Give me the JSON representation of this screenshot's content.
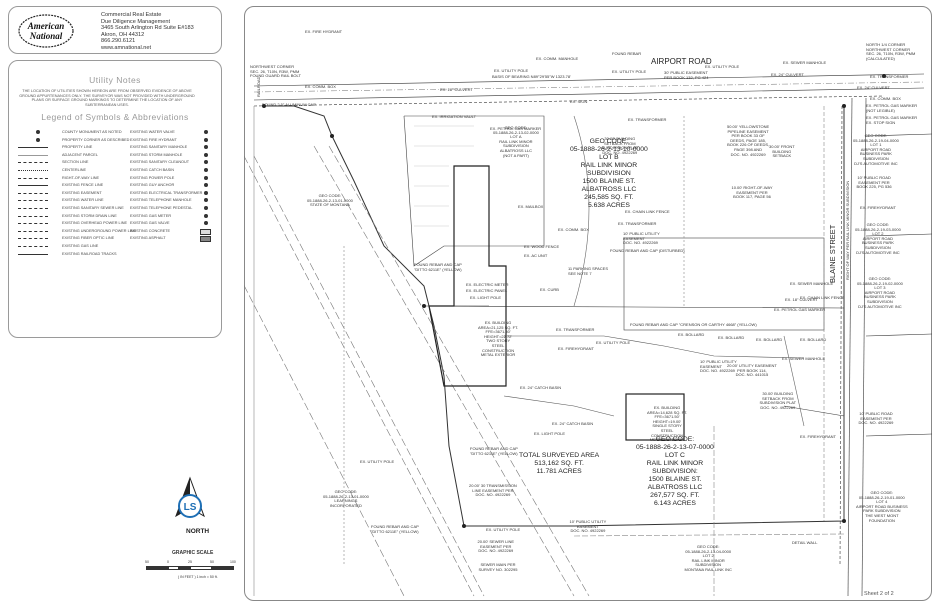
{
  "company": {
    "logo_line1": "American",
    "logo_line2": "National",
    "line1": "Commercial Real Estate",
    "line2": "Due Diligence Management",
    "line3": "3465 South Arlington Rd Suite E#183",
    "line4": "Akron, OH 44312",
    "line5": "866.290.6121",
    "line6": "www.amnational.net"
  },
  "notes": {
    "title": "Utility Notes",
    "body": "THE LOCATION OF UTILITIES SHOWN HEREON ARE FROM OBSERVED EVIDENCE OF ABOVE GROUND APPURTENANCES ONLY. THE SURVEYOR WAS NOT PROVIDED WITH UNDERGROUND PLANS OR SURFACE GROUND MARKINGS TO DETERMINE THE LOCATION OF ANY SUBTERRANEAN USES."
  },
  "legend": {
    "title": "Legend of Symbols & Abbreviations",
    "left": [
      "COUNTY MONUMENT AS NOTED",
      "PROPERTY CORNER AS DESCRIBED",
      "PROPERTY LINE",
      "ADJACENT PARCEL",
      "SECTION LINE",
      "CENTERLINE",
      "RIGHT-OF-WAY LINE",
      "EXISTING FENCE LINE",
      "EXISTING EASEMENT",
      "EXISTING WATER LINE",
      "EXISTING SANITARY SEWER LINE",
      "EXISTING STORM DRAIN LINE",
      "EXISTING OVERHEAD POWER LINE",
      "EXISTING UNDERGROUND POWER LINE",
      "EXISTING FIBER OPTIC LINE",
      "EXISTING GAS LINE",
      "EXISTING RAILROAD TRACKS"
    ],
    "right": [
      "EXISTING WATER VALVE",
      "EXISTING FIRE HYDRANT",
      "EXISTING SANITARY MANHOLE",
      "EXISTING STORM MANHOLE",
      "EXISTING SANITARY CLEANOUT",
      "EXISTING CATCH BASIN",
      "EXISTING POWER POLE",
      "EXISTING GUY ANCHOR",
      "EXISTING ELECTRICAL TRANSFORMER",
      "EXISTING TELEPHONE MANHOLE",
      "EXISTING TELEPHONE PEDESTAL",
      "EXISTING GAS METER",
      "EXISTING GAS VALVE",
      "EXISTING CONCRETE",
      "EXISTING ASPHALT"
    ]
  },
  "north": "NORTH",
  "graphic_scale": {
    "title": "GRAPHIC SCALE",
    "ticks": [
      "50",
      "0",
      "25",
      "50",
      "100"
    ],
    "caption": "( IN FEET )  1 inch = 50 ft."
  },
  "parcels": {
    "lot_b": [
      "GEO CODE:",
      "05-1888-26-2-13-10-0000",
      "LOT B",
      "RAIL LINK MINOR",
      "SUBDIVISION",
      "1500 BLAINE ST.",
      "ALBATROSS LLC",
      "245,585 SQ. FT.",
      "5.638 ACRES"
    ],
    "lot_c": [
      "GEO CODE:",
      "05-1888-26-2-13-07-0000",
      "LOT C",
      "RAIL LINK MINOR",
      "SUBDIVISION:",
      "1500 BLAINE ST.",
      "ALBATROSS LLC",
      "267,577 SQ. FT.",
      "6.143 ACRES"
    ],
    "total": [
      "TOTAL SURVEYED AREA",
      "513,162 SQ. FT.",
      "11.781 ACRES"
    ]
  },
  "streets": {
    "airport": "AIRPORT ROAD",
    "blaine": "BLAINE STREET",
    "railroad": "RAILROAD"
  },
  "labels": {
    "fire_hydrant_top": "EX. FIRE HYDRANT",
    "comm_manhole": "EX. COMM. MANHOLE",
    "found_rebar_top": "FOUND REBAR",
    "sewer_manhole_top": "EX. SEWER MANHOLE",
    "nw_corner": [
      "NORTHWEST CORNER",
      "SEC. 26, T10N, R3W, PMM",
      "FOUND GUARD RAIL BOLT"
    ],
    "ne_corner": [
      "NORTH 1/4 CORNER",
      "NORTHWEST CORNER",
      "SEC. 26, T10N, R3W, PMM",
      "(CALCULATED)"
    ],
    "utility_pole_1": "EX. UTILITY POLE",
    "utility_pole_2": "EX. UTILITY POLE",
    "utility_pole_3": "EX. UTILITY POLE",
    "basis_bearing": "BASIS OF BEARING N89°29'55\"W 1323.78'",
    "comm_box_1": "EX. COMM. BOX",
    "culvert_1": "EX. 18\" CULVERT",
    "culvert_2": "EX. 24\" CULVERT",
    "aluminum_cap": "FOUND 2.5\" ALUMINUM CAP",
    "irrigation": "EX. IRRIGATION VAULT",
    "sign": "EX. SIGN",
    "petrol_gas": "EX. PETROL GAS MARKER",
    "transformer_1": "EX. TRANSFORMER",
    "sig_bldg_setback": [
      "30.00' BUILDING",
      "SETBACK FROM",
      "SUBDIVISION PLAT",
      "DOC. NO. 4922269"
    ],
    "public_easement": [
      "30' PUBLIC EASEMENT",
      "PER BOOK 132, PG 424"
    ],
    "geo_left": [
      "GEO CODE:",
      "05-1888-26-2-13-02-0000",
      "LOT A",
      "RAIL LINK MINOR",
      "SUBDIVISION",
      "ALBATROSS LLC",
      "(NOT A PART)"
    ],
    "geo_west": [
      "GEO CODE:",
      "05-1888-26-2-13-01-0000",
      "STATE OF MONTANA"
    ],
    "yellowstone": [
      "50.00' YELLOWSTONE",
      "PIPELINE EASEMENT",
      "PER BOOK 33 OF",
      "DEEDS, PAGE 185,",
      "BOOK 226 OF DEEDS,",
      "PAGE 398 AND",
      "DOC. NO. 4922269"
    ],
    "row_easement": [
      "10.00' RIGHT-OF-WAY",
      "EASEMENT PER",
      "BOOK 117, PAGE 56"
    ],
    "bldg_setback_right": [
      "30.00' FRONT",
      "BUILDING",
      "SETBACK"
    ],
    "mailbox": "EX. MAILBOX",
    "chain_fence": "EX. CHAIN LINK FENCE",
    "transformer_2": "EX. TRANSFORMER",
    "utility_easement_1": [
      "10' PUBLIC UTILITY",
      "EASEMENT",
      "DOC. NO. 4922269"
    ],
    "comm_box_2": "EX. COMM. BOX",
    "found_rebar_disturbed": "FOUND REBAR AND CAP (DISTURBED)",
    "wood_fence": "EX. WOOD FENCE",
    "ac_unit": "EX. AC UNIT",
    "found_rebar_ditto": [
      "FOUND REBAR AND CAP",
      "\"DITTO 6211E\" (YELLOW)"
    ],
    "parking": [
      "11 PARKING SPACES",
      "SEE NOTE 7"
    ],
    "electric_meter": "EX. ELECTRIC METER",
    "electric_panel": "EX. ELECTRIC PANEL",
    "light_pole_1": "EX. LIGHT POLE",
    "curb": "EX. CURB",
    "bldg_main": [
      "EX. BUILDING",
      "AREA=21,125 SQ. FT.",
      "FFE=3671.50'",
      "HEIGHT=22.72'",
      "TWO STORY",
      "STEEL",
      "CONSTRUCTION",
      "METAL EXTERIOR"
    ],
    "transformer_3": "EX. TRANSFORMER",
    "found_rebar_carthy": "FOUND REBAR AND CAP \"CRENSON OR CARTHY 4668\" (YELLOW)",
    "fire_hydrant_2": "EX. FIREHYDRANT",
    "utility_pole_4": "EX. UTILITY POLE",
    "bollard_1": "EX. BOLLARD",
    "bollard_2": "EX. BOLLARD",
    "bollard_3": "EX. BOLLARD",
    "bollard_4": "EX. BOLLARD",
    "utility_easement_2": [
      "10' PUBLIC UTILITY",
      "EASEMENT",
      "DOC. NO. 4922269"
    ],
    "utility_easement_3": [
      "20.00' UTILITY EASEMENT",
      "PER BOOK 114,",
      "DOC. NO. 441015"
    ],
    "catch_basin_1": "EX. 24\" CATCH BASIN",
    "catch_basin_2": "EX. 24\" CATCH BASIN",
    "bldg_small": [
      "EX. BUILDING",
      "AREA=14,628 SQ. FT.",
      "FFE=3671.50'",
      "HEIGHT=19.00'",
      "SINGLE STORY",
      "STEEL",
      "CONSTRUCTION",
      "METAL EXTERIOR"
    ],
    "bldg_setback_2": [
      "30.00' BUILDING",
      "SETBACK FROM",
      "SUBDIVISION PLAT",
      "DOC. NO. 4922269"
    ],
    "light_pole_2": "EX. LIGHT POLE",
    "found_rebar_ditto_2": [
      "FOUND REBAR AND CAP",
      "\"DITTO 6211E\" (YELLOW)"
    ],
    "transmission": [
      "20.00' 30 TRANSMISSION",
      "LINE EASEMENT PER",
      "DOC. NO. 4922269"
    ],
    "utility_pole_5": "EX. UTILITY POLE",
    "found_rebar_ditto_3": [
      "FOUND REBAR AND CAP",
      "\"DITTO 6211E\" (YELLOW)"
    ],
    "utility_pole_6": "EX. UTILITY POLE",
    "sewer_easement": [
      "20.00' SEWER LINE",
      "EASEMENT PER",
      "DOC. NO. 4922269"
    ],
    "sewer_main": [
      "SEWER MAIN PER",
      "SURVEY NO. 302295"
    ],
    "utility_easement_4": [
      "10' PUBLIC UTILITY",
      "EASEMENT",
      "DOC. NO. 4922269"
    ],
    "geo_south": [
      "GEO CODE:",
      "05-1888-26-2-13-04-0000",
      "LOT 2",
      "RAIL LINK MINOR",
      "SUBDIVISION",
      "MONTANA RAIL LINK INC"
    ],
    "detail_wall": "DETAIL WALL",
    "geo_sw": [
      "GEO CODE:",
      "05-1888-26-2-13-01-0000",
      "LEARNINGS",
      "INCORPORATED"
    ],
    "sewer_manhole_2": "EX. SEWER MANHOLE",
    "chain_fence_2": "EX. CHAIN LINK FENCE",
    "sewer_manhole_3": "EX. SEWER MANHOLE",
    "gas_marker_2": "EX. PETROL GAS MARKER",
    "culvert_3": "EX. 18\" CULVERT",
    "fire_hydrant_3": "EX. FIREHYDRANT",
    "fire_hydrant_4": "EX. FIREHYDRANT",
    "ne_parcel_1": [
      "GEO CODE:",
      "05-1888-26-2-19-04-0000",
      "LOT 1",
      "AIRPORT ROAD",
      "BUSINESS PARK",
      "SUBDIVISION",
      "DJ'S AUTOMOTIVE INC"
    ],
    "ne_parcel_2": [
      "GEO CODE:",
      "05-1888-26-2-19-03-0000",
      "LOT 2",
      "AIRPORT ROAD",
      "BUSINESS PARK",
      "SUBDIVISION",
      "DJ'S AUTOMOTIVE INC"
    ],
    "ne_parcel_3": [
      "GEO CODE:",
      "05-1888-26-2-19-02-0000",
      "LOT 3",
      "AIRPORT ROAD",
      "BUSINESS PARK",
      "SUBDIVISION",
      "DJ'S AUTOMOTIVE INC"
    ],
    "ne_parcel_4": [
      "GEO CODE:",
      "05-1888-26-2-19-01-0000",
      "LOT 4",
      "AIRPORT ROAD BUSINESS",
      "PARK SUBDIVISION",
      "THE WEST MONT",
      "FOUNDATION"
    ],
    "transformer_ne": "EX. TRANSFORMER",
    "comm_box_ne": "EX. COMM. BOX",
    "gas_marker_ne": [
      "EX. PETROL GAS MARKER",
      "(NOT LEGIBLE)"
    ],
    "gas_marker_ne2": [
      "EX. PETROL GAS MARKER",
      "EX. STOP SIGN"
    ],
    "public_easement_ne": [
      "10' PUBLIC ROAD",
      "EASEMENT PER",
      "BOOK 225, PG 536"
    ],
    "public_easement_ne2": [
      "10' PUBLIC ROAD",
      "EASEMENT PER",
      "DOC. NO. 4922269"
    ],
    "culvert_ne": "EX. 24\" CULVERT",
    "street_right": [
      "RIGHT OF WAY",
      "PER RAIL LINK MINOR",
      "SUBDIVISION"
    ]
  },
  "sheet": "Sheet 2 of 2",
  "colors": {
    "line": "#333333",
    "light_line": "#8a8a8a",
    "panel_border": "#9a9a9a"
  }
}
